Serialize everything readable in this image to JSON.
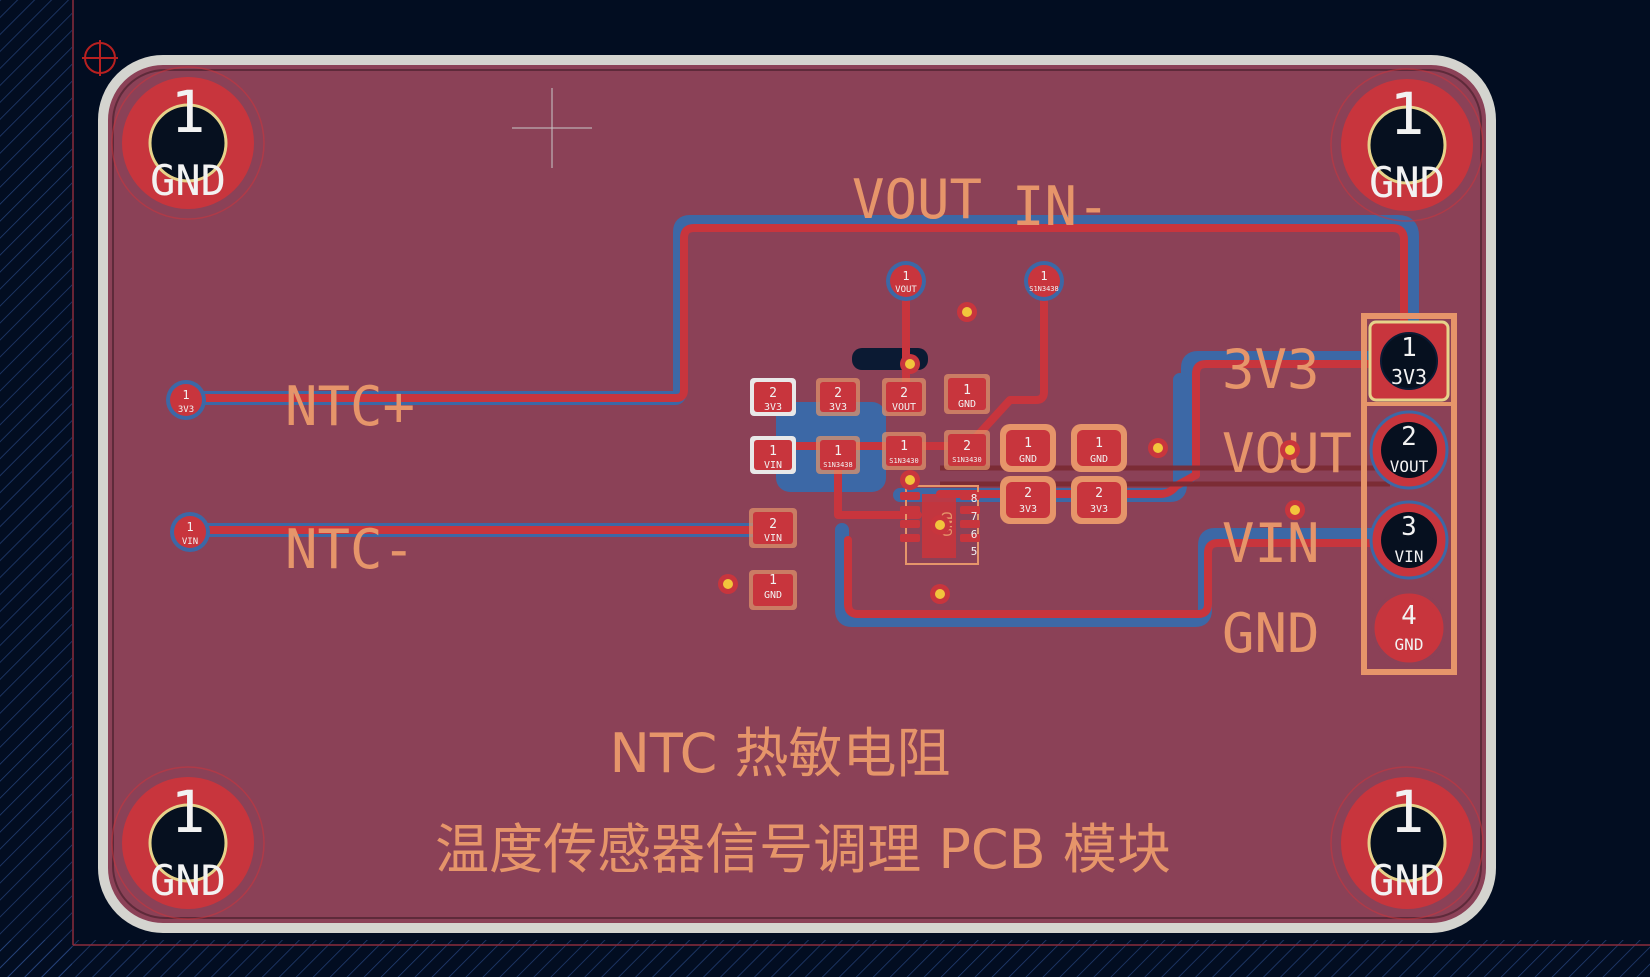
{
  "board": {
    "silkscreen_labels": {
      "vout_top": "VOUT",
      "in_minus": "IN-",
      "ntc_plus": "NTC+",
      "ntc_minus": "NTC-",
      "conn_3v3": "3V3",
      "conn_vout": "VOUT",
      "conn_vin": "VIN",
      "conn_gnd": "GND",
      "title_line1": "NTC 热敏电阻",
      "title_line2": "温度传感器信号调理 PCB 模块"
    },
    "mounting_holes": {
      "number": "1",
      "net": "GND"
    },
    "connector_pins": [
      {
        "num": "1",
        "net": "3V3"
      },
      {
        "num": "2",
        "net": "VOUT"
      },
      {
        "num": "3",
        "net": "VIN"
      },
      {
        "num": "4",
        "net": "GND"
      }
    ],
    "test_points": {
      "ntc_plus": {
        "num": "1",
        "net": "3V3"
      },
      "ntc_minus": {
        "num": "1",
        "net": "VIN"
      },
      "vout": {
        "num": "1",
        "net": "VOUT"
      },
      "in_minus": {
        "num": "1",
        "net": "S1N3438"
      }
    },
    "pads": {
      "c1_top": {
        "num": "2",
        "net": "3V3"
      },
      "c1_bot": {
        "num": "1",
        "net": "VIN"
      },
      "r1_top": {
        "num": "2",
        "net": "3V3"
      },
      "r1_bot": {
        "num": "1",
        "net": "S1N3438"
      },
      "r2_top": {
        "num": "2",
        "net": "VOUT"
      },
      "r2_bot": {
        "num": "1",
        "net": "S1N3430"
      },
      "r3_top": {
        "num": "1",
        "net": "GND"
      },
      "r3_bot": {
        "num": "2",
        "net": "S1N3430"
      },
      "c2_top": {
        "num": "1",
        "net": "GND"
      },
      "c2_bot": {
        "num": "2",
        "net": "3V3"
      },
      "c3_top": {
        "num": "1",
        "net": "GND"
      },
      "c3_bot": {
        "num": "2",
        "net": "3V3"
      },
      "c4_top": {
        "num": "2",
        "net": "VIN"
      },
      "c4_bot": {
        "num": "1",
        "net": "GND"
      }
    },
    "ic": {
      "ref_text": "GND",
      "pin_numbers": [
        "8",
        "7",
        "6",
        "5"
      ]
    },
    "colors": {
      "background": "#020d21",
      "board_fill": "#8b4157",
      "edge_cuts": "#d4d4cf",
      "front_copper": "#c8353d",
      "back_copper": "#3c68a6",
      "silkscreen": "#e6956a",
      "pad_label": "#f2f2f2",
      "via_center": "#f2c53c"
    }
  }
}
